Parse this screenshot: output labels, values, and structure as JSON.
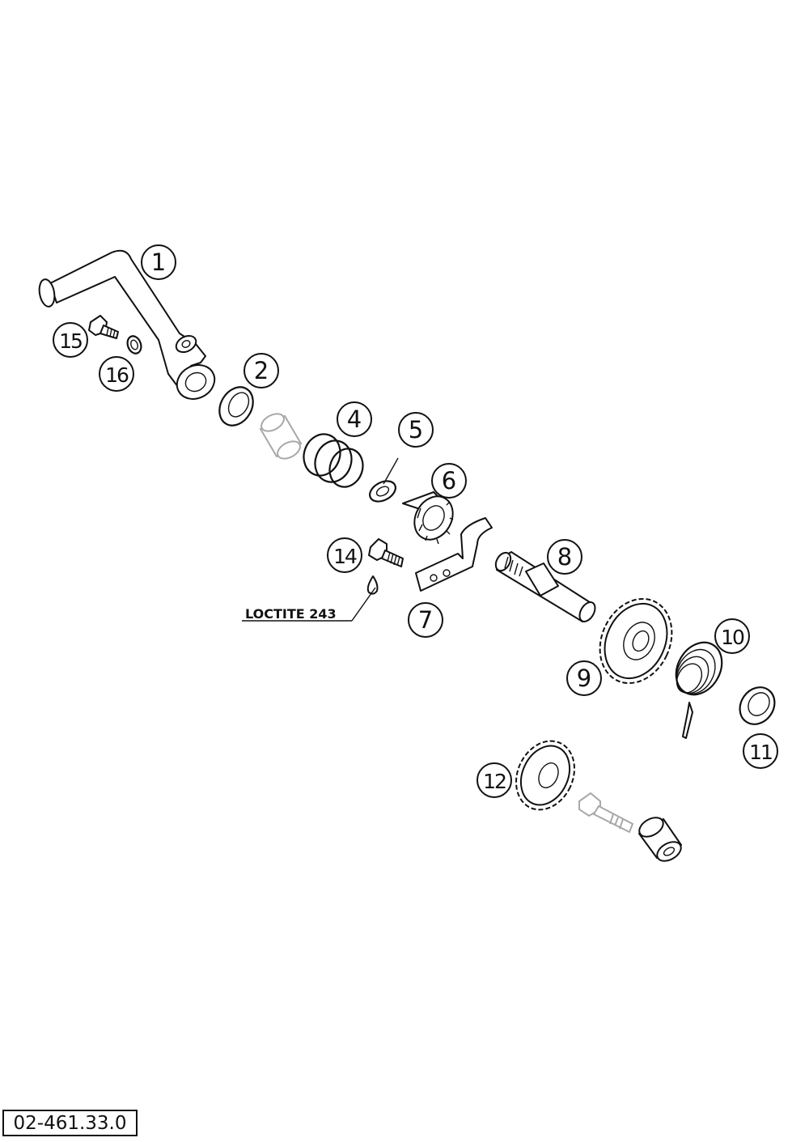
{
  "callouts": [
    {
      "id": "1",
      "label": "1"
    },
    {
      "id": "2",
      "label": "2"
    },
    {
      "id": "4",
      "label": "4"
    },
    {
      "id": "5",
      "label": "5"
    },
    {
      "id": "6",
      "label": "6"
    },
    {
      "id": "7",
      "label": "7"
    },
    {
      "id": "8",
      "label": "8"
    },
    {
      "id": "9",
      "label": "9"
    },
    {
      "id": "10",
      "label": "10"
    },
    {
      "id": "11",
      "label": "11"
    },
    {
      "id": "12",
      "label": "12"
    },
    {
      "id": "14",
      "label": "14"
    },
    {
      "id": "15",
      "label": "15"
    },
    {
      "id": "16",
      "label": "16"
    }
  ],
  "note": {
    "text": "LOCTITE 243"
  },
  "reference_code": "02-461.33.0"
}
